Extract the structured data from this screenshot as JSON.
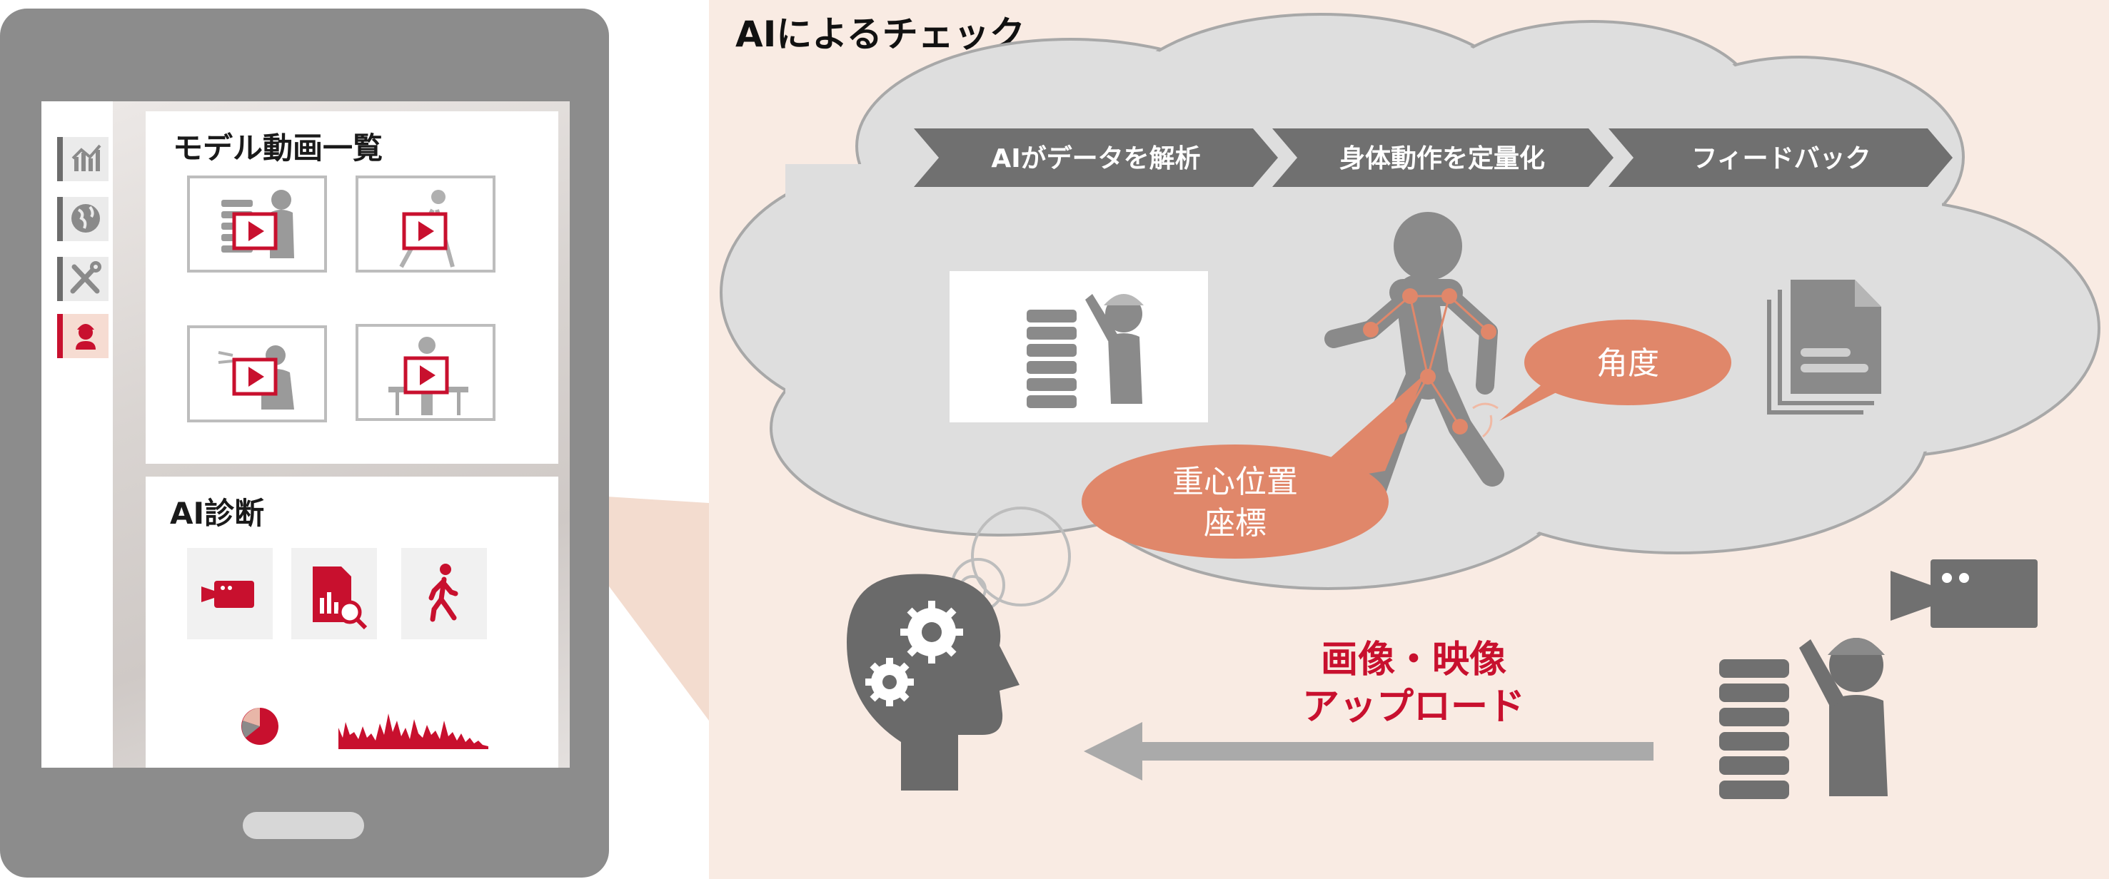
{
  "title": "AIによるチェック",
  "steps": [
    "AIがデータを解析",
    "身体動作を定量化",
    "フィードバック"
  ],
  "bubbles": {
    "angle": "角度",
    "center_line1": "重心位置",
    "center_line2": "座標"
  },
  "upload": {
    "line1": "画像・映像",
    "line2": "アップロード"
  },
  "tablet": {
    "model_videos_title": "モデル動画一覧",
    "ai_diagnosis_title": "AI診断",
    "sidebar_icons": [
      "chart-icon",
      "globe-icon",
      "tools-icon",
      "worker-icon"
    ],
    "ai_tiles": [
      "video-camera-icon",
      "report-search-icon",
      "walking-person-icon"
    ]
  },
  "colors": {
    "accent_red": "#c8102e",
    "salmon": "#e0876a",
    "cloud_gray": "#dedede",
    "arrow_gray": "#7a7a7a",
    "icon_gray": "#707070",
    "panel_bg": "#f9ebe3"
  }
}
